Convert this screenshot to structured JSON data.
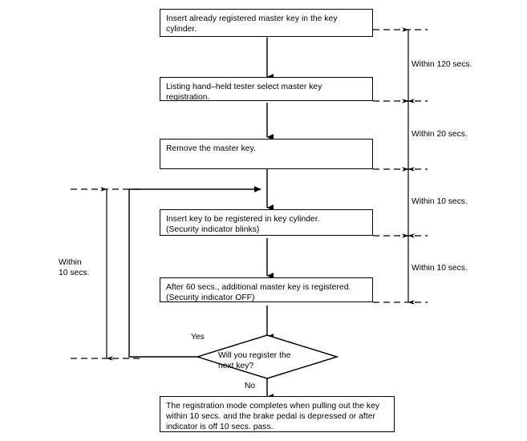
{
  "diagram": {
    "title": "Additional master key registration flow",
    "line_color": "#000000",
    "background": "#ffffff",
    "steps": [
      {
        "id": "step1",
        "text": "Insert already registered master key in the key cylinder."
      },
      {
        "id": "step2",
        "text": "Listing hand–held tester select master key registration."
      },
      {
        "id": "step3",
        "text": "Remove the master key."
      },
      {
        "id": "step4",
        "text": "Insert key to be registered in key cylinder.\n(Security indicator blinks)"
      },
      {
        "id": "step5",
        "text": "After 60 secs., additional master key is registered.\n(Security indicator OFF)"
      },
      {
        "id": "step6",
        "text": "The registration mode completes when pulling out the key\nwithin 10 secs. and the brake pedal is depressed or after\nindicator is off 10 secs. pass."
      }
    ],
    "decision": {
      "id": "decision1",
      "text": "Will you register the\nnext key?",
      "yes_label": "Yes",
      "no_label": "No"
    },
    "right_timings": [
      {
        "id": "t120",
        "label": "Within 120 secs."
      },
      {
        "id": "t20",
        "label": "Within 20 secs."
      },
      {
        "id": "t10a",
        "label": "Within 10 secs."
      },
      {
        "id": "t10b",
        "label": "Within 10 secs."
      }
    ],
    "left_timing": {
      "id": "tleft",
      "label": "Within\n10 secs."
    }
  }
}
